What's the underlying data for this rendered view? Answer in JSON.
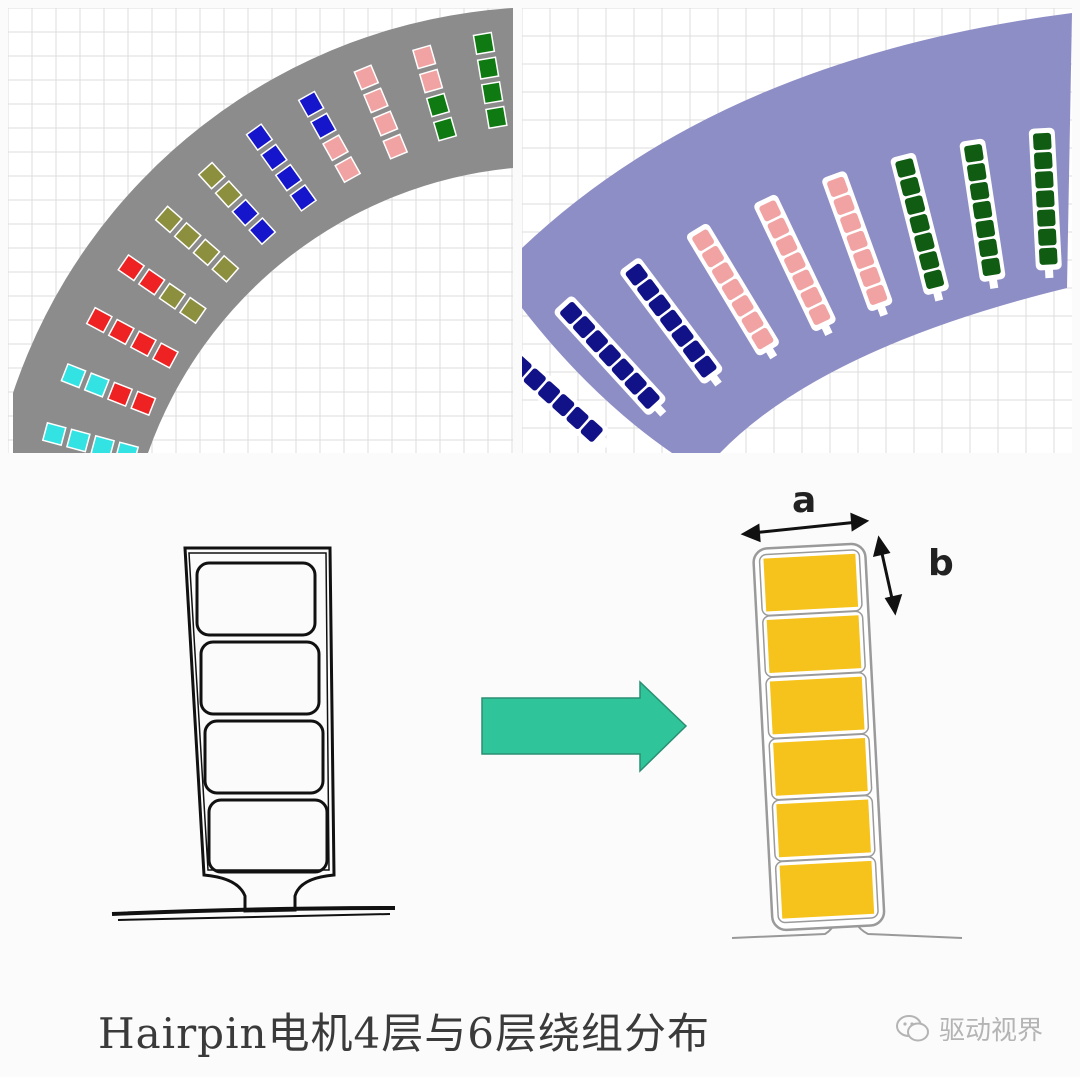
{
  "caption": "Hairpin电机4层与6层绕组分布",
  "watermark": "驱动视界",
  "labels": {
    "a": "a",
    "b": "b"
  },
  "colors": {
    "core_4layer": "#8c8c8c",
    "core_6layer": "#8e8ec6",
    "arrow": "#2fc49a",
    "conductor": "#f6c21c",
    "grid": "#dcdcdc",
    "layer_colors_4": [
      "#33e3e3",
      "#ee2222",
      "#8b8f3e",
      "#1515cc",
      "#f1a3a3",
      "#0f7a12"
    ],
    "layer_colors_6": [
      "#121288",
      "#f1a3a3",
      "#0f5c12"
    ]
  },
  "left_slots": [
    {
      "bottom": [
        0,
        0
      ],
      "top": [
        0,
        0
      ]
    },
    {
      "bottom": [
        1,
        1
      ],
      "top": [
        0,
        0
      ]
    },
    {
      "bottom": [
        1,
        1
      ],
      "top": [
        1,
        1
      ]
    },
    {
      "bottom": [
        2,
        2
      ],
      "top": [
        1,
        1
      ]
    },
    {
      "bottom": [
        2,
        2
      ],
      "top": [
        2,
        2
      ]
    },
    {
      "bottom": [
        3,
        3
      ],
      "top": [
        2,
        2
      ]
    },
    {
      "bottom": [
        3,
        3
      ],
      "top": [
        3,
        3
      ]
    },
    {
      "bottom": [
        4,
        4
      ],
      "top": [
        3,
        3
      ]
    },
    {
      "bottom": [
        4,
        4
      ],
      "top": [
        4,
        4
      ]
    },
    {
      "bottom": [
        5,
        5
      ],
      "top": [
        4,
        4
      ]
    },
    {
      "bottom": [
        5,
        5
      ],
      "top": [
        5,
        5
      ]
    },
    {
      "bottom": [
        0,
        0
      ],
      "top": [
        5,
        5
      ]
    }
  ],
  "right_slots": [
    0,
    0,
    0,
    1,
    1,
    1,
    2,
    2,
    2
  ]
}
